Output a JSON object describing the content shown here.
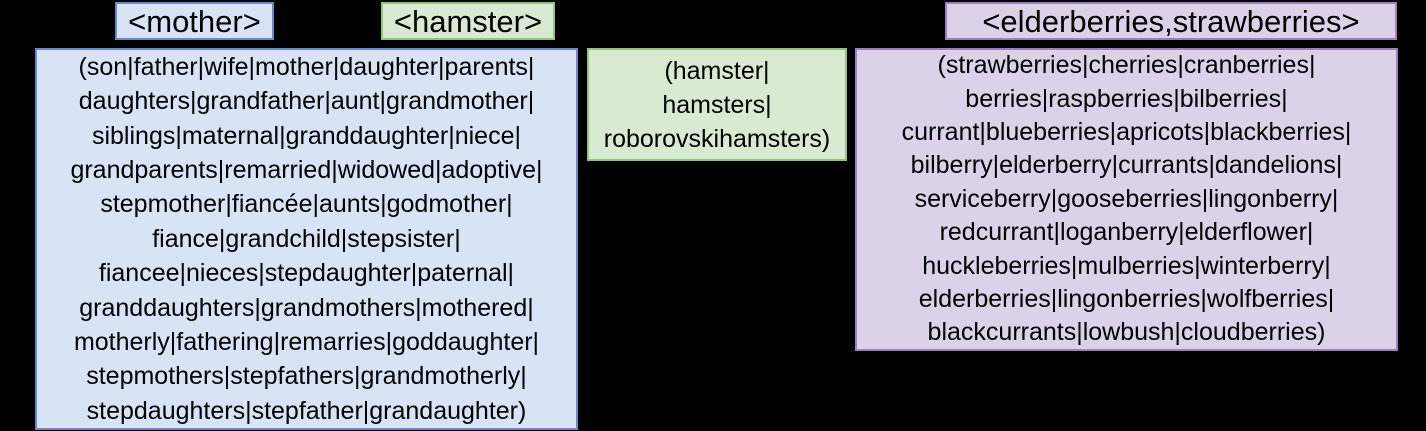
{
  "tags": {
    "mother": {
      "label": "<mother>"
    },
    "hamster": {
      "label": "<hamster>"
    },
    "berries": {
      "label": "<elderberries,strawberries>"
    }
  },
  "boxes": {
    "mother": {
      "lines": [
        "(son|father|wife|mother|daughter|parents|",
        "daughters|grandfather|aunt|grandmother|",
        "siblings|maternal|granddaughter|niece|",
        "grandparents|remarried|widowed|adoptive|",
        "stepmother|fiancée|aunts|godmother|",
        "fiance|grandchild|stepsister|",
        "fiancee|nieces|stepdaughter|paternal|",
        "granddaughters|grandmothers|mothered|",
        "motherly|fathering|remarries|goddaughter|",
        "stepmothers|stepfathers|grandmotherly|",
        "stepdaughters|stepfather|grandaughter)"
      ]
    },
    "hamster": {
      "lines": [
        "(hamster|",
        "hamsters|",
        "roborovskihamsters)"
      ]
    },
    "berries": {
      "lines": [
        "(strawberries|cherries|cranberries|",
        "berries|raspberries|bilberries|",
        "currant|blueberries|apricots|blackberries|",
        "bilberry|elderberry|currants|dandelions|",
        "serviceberry|gooseberries|lingonberry|",
        "redcurrant|loganberry|elderflower|",
        "huckleberries|mulberries|winterberry|",
        "elderberries|lingonberries|wolfberries|",
        "blackcurrants|lowbush|cloudberries)"
      ]
    }
  },
  "colors": {
    "background": "#000000",
    "text": "#000000",
    "blue_fill": "#d8e4f6",
    "blue_border": "#6b89c6",
    "green_fill": "#d9ead3",
    "green_border": "#93c47d",
    "purple_fill": "#dcd1e8",
    "purple_border": "#9d81bd"
  }
}
